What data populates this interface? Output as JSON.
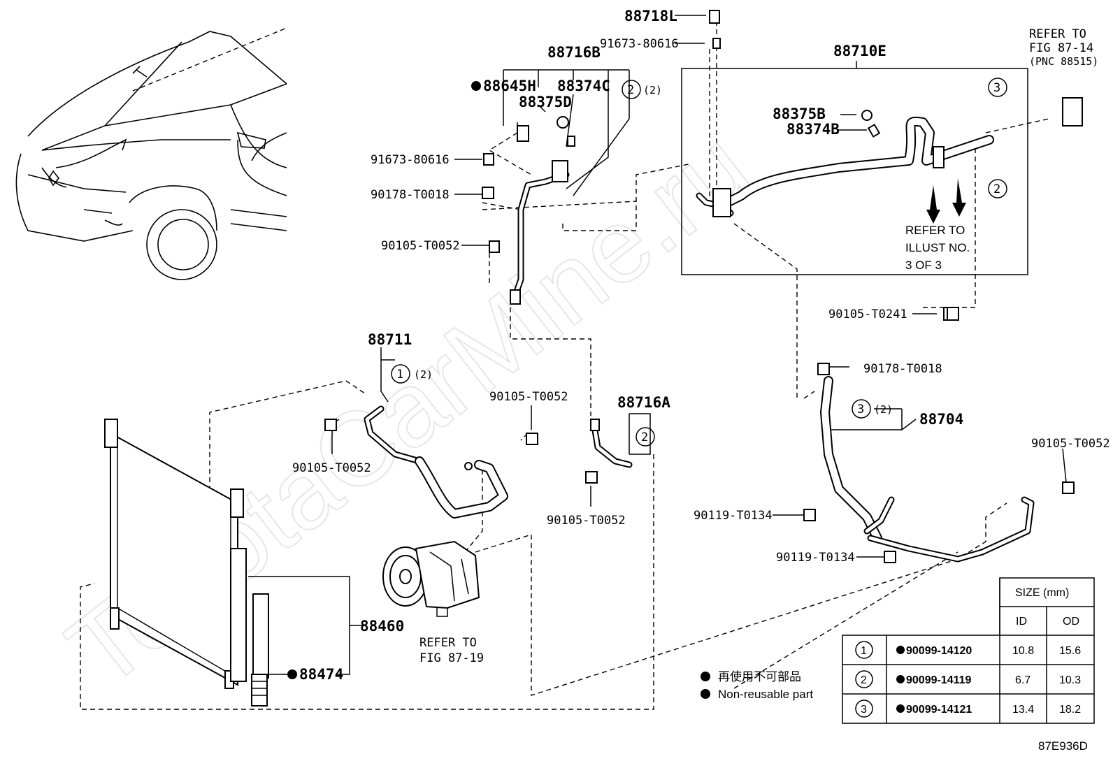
{
  "diagram_code": "87E936D",
  "watermark": "ToyotaCarMine.ru",
  "labels": {
    "p88718L": "88718L",
    "p91673a": "91673-80616",
    "p88716B": "88716B",
    "p88645H": "88645H",
    "p88374C": "88374C",
    "p88375D": "88375D",
    "p91673b": "91673-80616",
    "p90178a": "90178-T0018",
    "p90105a": "90105-T0052",
    "p88710E": "88710E",
    "p88375B": "88375B",
    "p88374B": "88374B",
    "refer_8714_l1": "REFER TO",
    "refer_8714_l2": "FIG 87-14",
    "refer_8714_l3": "(PNC 88515)",
    "refer_illus_l1": "REFER TO",
    "refer_illus_l2": "ILLUST NO.",
    "refer_illus_l3": "3 OF 3",
    "p90105_T0241": "90105-T0241",
    "p88711": "88711",
    "p90105b": "90105-T0052",
    "p90105c": "90105-T0052",
    "p88716A": "88716A",
    "p90105d": "90105-T0052",
    "p90178b": "90178-T0018",
    "p88704": "88704",
    "p90105e": "90105-T0052",
    "p90119a": "90119-T0134",
    "p90119b": "90119-T0134",
    "p88460": "88460",
    "p88474": "88474",
    "refer_8719_l1": "REFER TO",
    "refer_8719_l2": "FIG 87-19",
    "qty2a": "(2)",
    "qty2b": "(2)",
    "qty2c": "(2)",
    "circ1": "1",
    "circ2a": "2",
    "circ2b": "2",
    "circ2c": "2",
    "circ3a": "3",
    "circ3b": "3"
  },
  "legend": {
    "jp": "再使用不可部品",
    "en": "Non-reusable part"
  },
  "size_table": {
    "title": "SIZE (mm)",
    "headers": [
      "ID",
      "OD"
    ],
    "rows": [
      {
        "ref": "1",
        "part": "90099-14120",
        "id": "10.8",
        "od": "15.6"
      },
      {
        "ref": "2",
        "part": "90099-14119",
        "id": "6.7",
        "od": "10.3"
      },
      {
        "ref": "3",
        "part": "90099-14121",
        "id": "13.4",
        "od": "18.2"
      }
    ]
  }
}
